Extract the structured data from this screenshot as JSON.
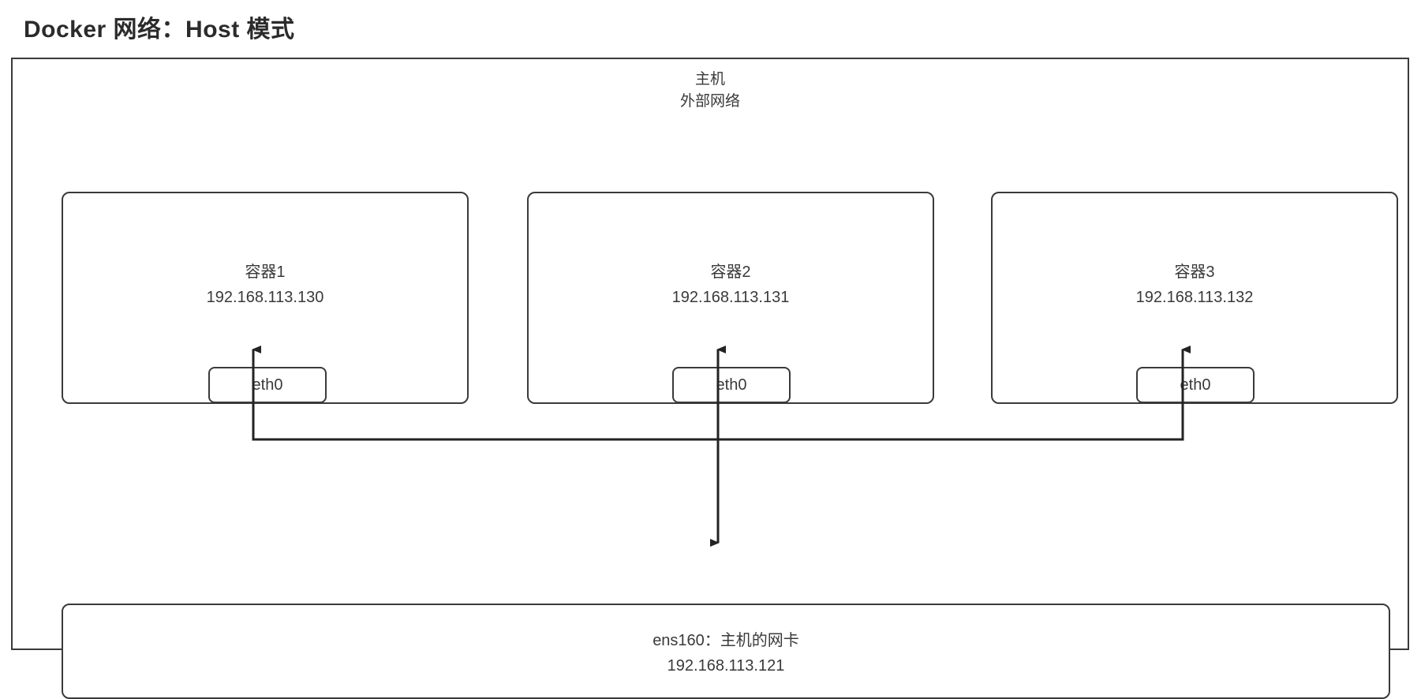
{
  "page": {
    "title": "Docker 网络：Host 模式"
  },
  "host": {
    "label_line1": "主机",
    "label_line2": "外部网络"
  },
  "containers": [
    {
      "name": "容器1",
      "ip": "192.168.113.130",
      "interface": "eth0"
    },
    {
      "name": "容器2",
      "ip": "192.168.113.131",
      "interface": "eth0"
    },
    {
      "name": "容器3",
      "ip": "192.168.113.132",
      "interface": "eth0"
    }
  ],
  "nic": {
    "label": "ens160：主机的网卡",
    "ip": "192.168.113.121"
  },
  "colors": {
    "stroke": "#3a3a3a",
    "text": "#3a3a3a",
    "title": "#2b2b2b",
    "background": "#ffffff"
  }
}
